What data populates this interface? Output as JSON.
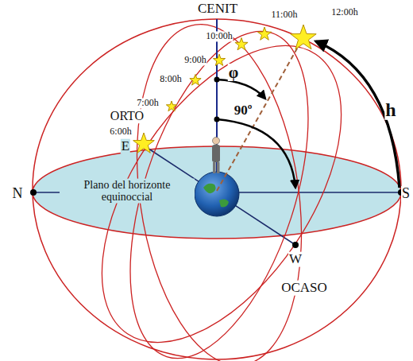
{
  "diagram": {
    "labels": [
      "CENIT",
      "11:00h",
      "10:00h",
      "9:00h",
      "8:00h",
      "7:00h",
      "6:00h",
      "12:00h",
      "φ",
      "90º",
      "h",
      "N",
      "S",
      "W",
      "OCASO",
      "ORTO",
      "E",
      "Plano del horizonte equinoccial"
    ]
  }
}
